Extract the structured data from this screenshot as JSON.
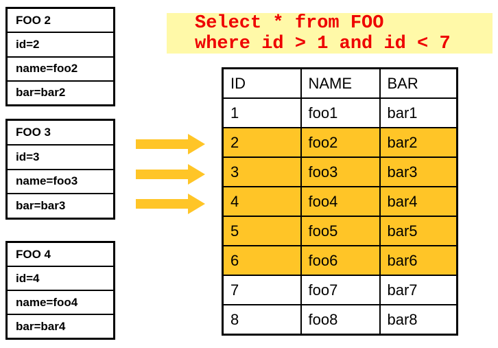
{
  "query": {
    "line1": "Select * from FOO",
    "line2": "where id > 1 and id < 7"
  },
  "objects": [
    {
      "title": "FOO 2",
      "fields": [
        "id=2",
        "name=foo2",
        "bar=bar2"
      ]
    },
    {
      "title": "FOO 3",
      "fields": [
        "id=3",
        "name=foo3",
        "bar=bar3"
      ]
    },
    {
      "title": "FOO 4",
      "fields": [
        "id=4",
        "name=foo4",
        "bar=bar4"
      ]
    }
  ],
  "arrows": {
    "count": 3,
    "icon": "arrow-right-icon",
    "color": "#FFC527"
  },
  "table": {
    "headers": [
      "ID",
      "NAME",
      "BAR"
    ],
    "rows": [
      {
        "id": "1",
        "name": "foo1",
        "bar": "bar1",
        "highlighted": false
      },
      {
        "id": "2",
        "name": "foo2",
        "bar": "bar2",
        "highlighted": true
      },
      {
        "id": "3",
        "name": "foo3",
        "bar": "bar3",
        "highlighted": true
      },
      {
        "id": "4",
        "name": "foo4",
        "bar": "bar4",
        "highlighted": true
      },
      {
        "id": "5",
        "name": "foo5",
        "bar": "bar5",
        "highlighted": true
      },
      {
        "id": "6",
        "name": "foo6",
        "bar": "bar6",
        "highlighted": true
      },
      {
        "id": "7",
        "name": "foo7",
        "bar": "bar7",
        "highlighted": false
      },
      {
        "id": "8",
        "name": "foo8",
        "bar": "bar8",
        "highlighted": false
      }
    ]
  },
  "colors": {
    "highlight": "#FFC527",
    "query_background": "#FFF9A8",
    "query_text": "#EE0000",
    "border": "#000000",
    "page_background": "#FFFFFF"
  }
}
